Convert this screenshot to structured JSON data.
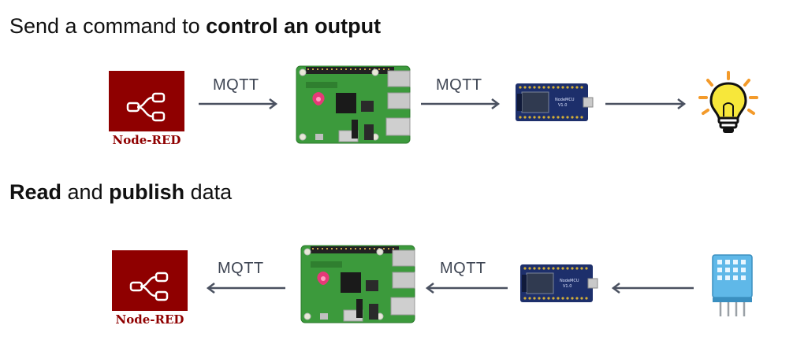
{
  "section1": {
    "heading_normal": "Send a command to ",
    "heading_bold": "control an output"
  },
  "section2": {
    "heading_bold1": "Read",
    "heading_normal1": " and ",
    "heading_bold2": "publish",
    "heading_normal2": " data"
  },
  "nodered_label": "Node-RED",
  "protocol_label": "MQTT",
  "mcu_label": "NodeMCU V1.0",
  "colors": {
    "nodered_red": "#8f0000",
    "pi_green": "#3c9a3c",
    "mcu_blue": "#1d2f6b",
    "arrow": "#4a5160",
    "bulb_yellow": "#f7e73a",
    "ray_orange": "#f39a2a",
    "sensor_blue": "#5fb8e8"
  },
  "icons": [
    "node-red-flow-icon",
    "raspberry-pi-board",
    "nodemcu-board",
    "light-bulb-icon",
    "dht-sensor-icon",
    "arrow-right-icon",
    "arrow-left-icon"
  ]
}
